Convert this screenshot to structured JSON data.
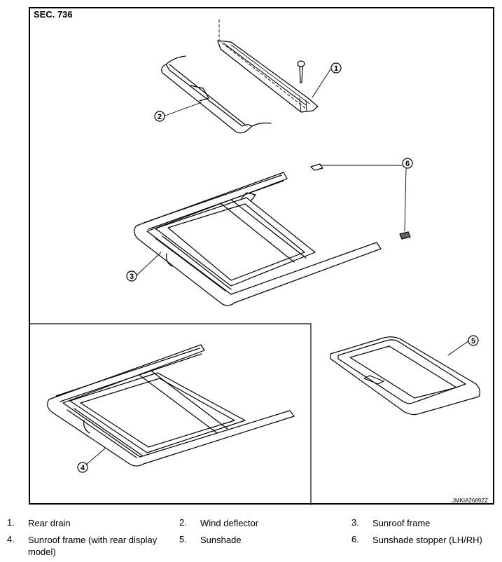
{
  "section_label": "SEC. 736",
  "image_code": "JMKIA2689ZZ",
  "callouts": [
    "1",
    "2",
    "3",
    "4",
    "5",
    "6"
  ],
  "legend": [
    {
      "num": "1.",
      "text": "Rear drain"
    },
    {
      "num": "2.",
      "text": "Wind deflector"
    },
    {
      "num": "3.",
      "text": "Sunroof frame"
    },
    {
      "num": "4.",
      "text": "Sunroof frame (with rear display model)"
    },
    {
      "num": "5.",
      "text": "Sunshade"
    },
    {
      "num": "6.",
      "text": "Sunshade stopper (LH/RH)"
    }
  ]
}
